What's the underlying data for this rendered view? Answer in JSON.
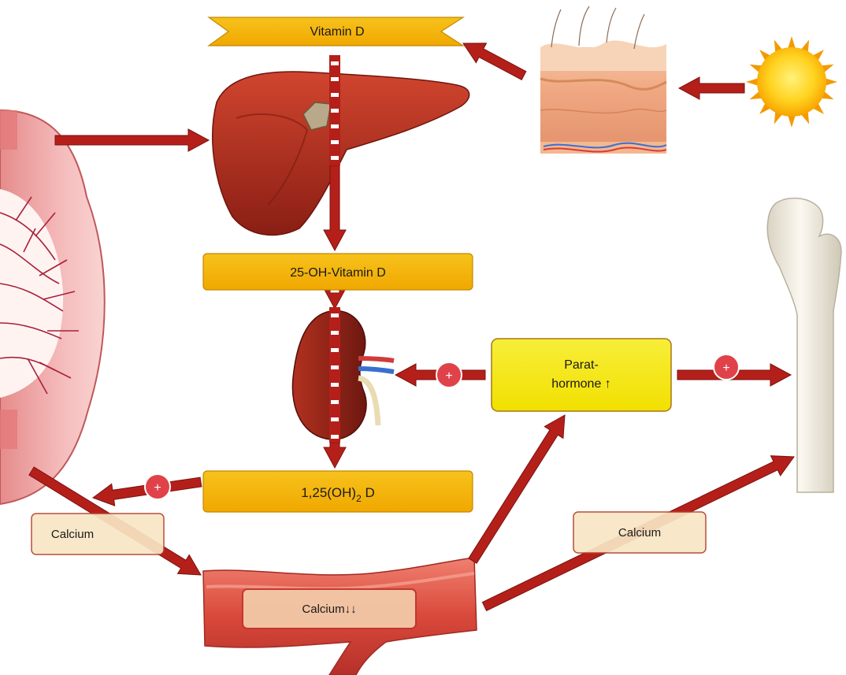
{
  "labels": {
    "vitamin_d": "Vitamin D",
    "hydroxy_vitamin_d": "25-OH-Vitamin D",
    "calcitriol_main": "1,25(OH)",
    "calcitriol_sub": "2",
    "calcitriol_tail": " D",
    "parathormone_line1": "Parat-",
    "parathormone_line2": "hormone ↑",
    "calcium_left": "Calcium",
    "calcium_right": "Calcium",
    "calcium_blood": "Calcium↓↓",
    "plus_sign": "+"
  },
  "colors": {
    "arrow": "#b51f1a",
    "orange_box": "#f5b800",
    "yellow_box": "#f5e616",
    "cream_box": "#f8e6c4",
    "plus_circle": "#e0424a"
  },
  "icons": [
    "sun-icon",
    "skin-block-icon",
    "liver-icon",
    "kidney-icon",
    "intestine-icon",
    "femur-bone-icon",
    "blood-vessel-icon"
  ]
}
